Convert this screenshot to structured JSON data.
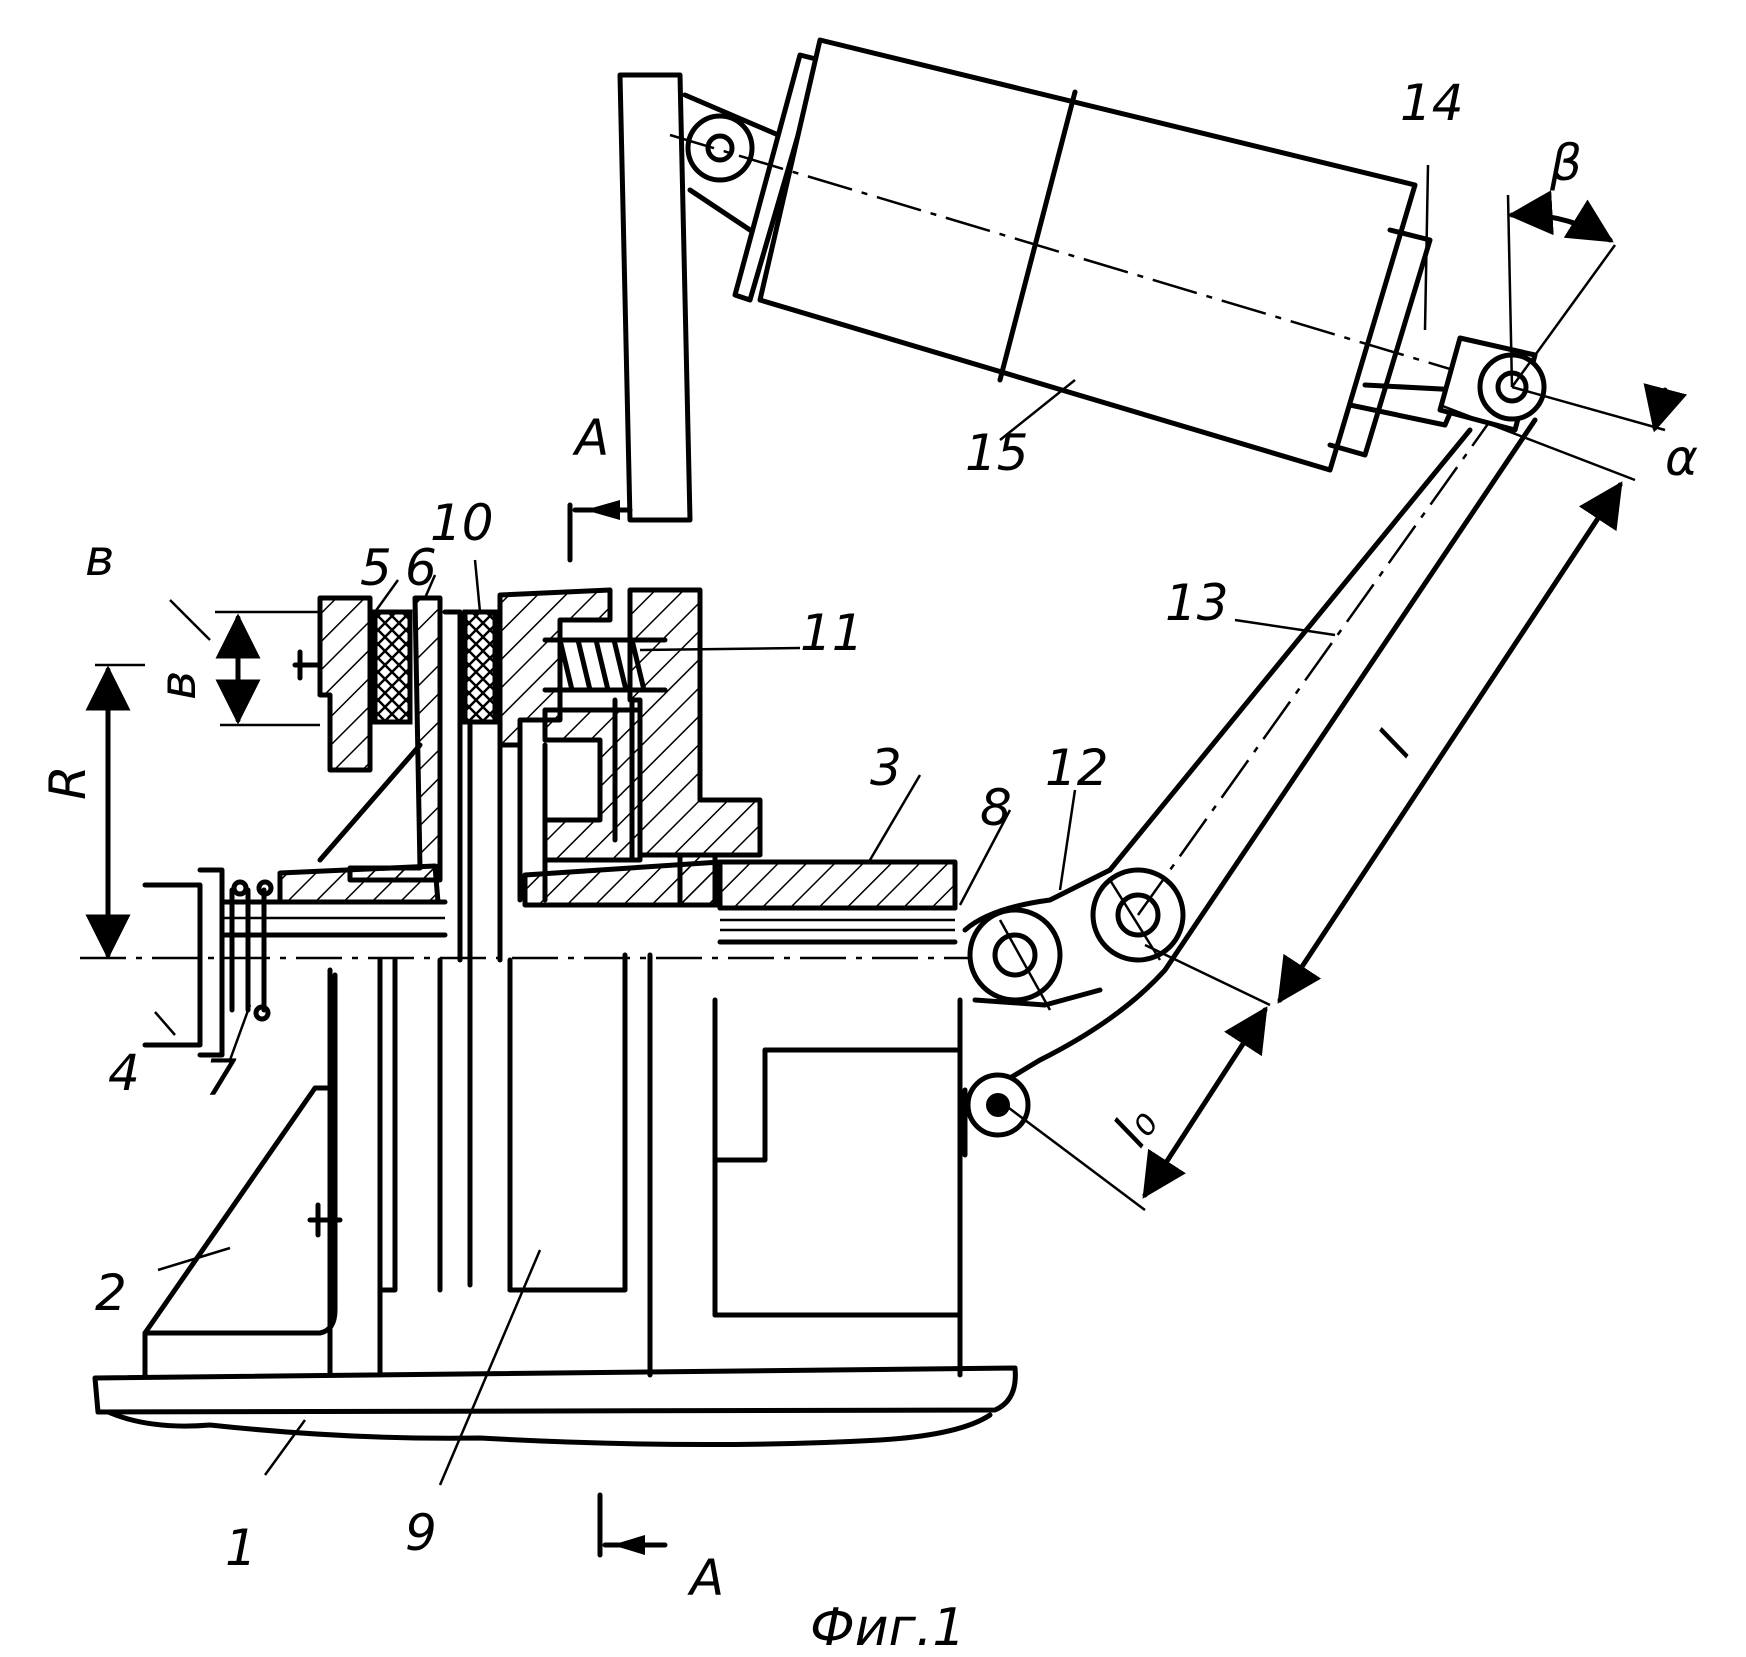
{
  "figure": {
    "caption": "Фиг.1",
    "section_marker": "A",
    "part_labels": [
      "1",
      "2",
      "3",
      "4",
      "5",
      "6",
      "7",
      "8",
      "9",
      "10",
      "11",
      "12",
      "13",
      "14",
      "15"
    ],
    "dimension_labels": {
      "radius": "R",
      "width_top": "в",
      "width_side": "в",
      "lever_length": "l",
      "lever_offset": "l₀",
      "angle_alpha": "α",
      "angle_beta": "β"
    }
  }
}
